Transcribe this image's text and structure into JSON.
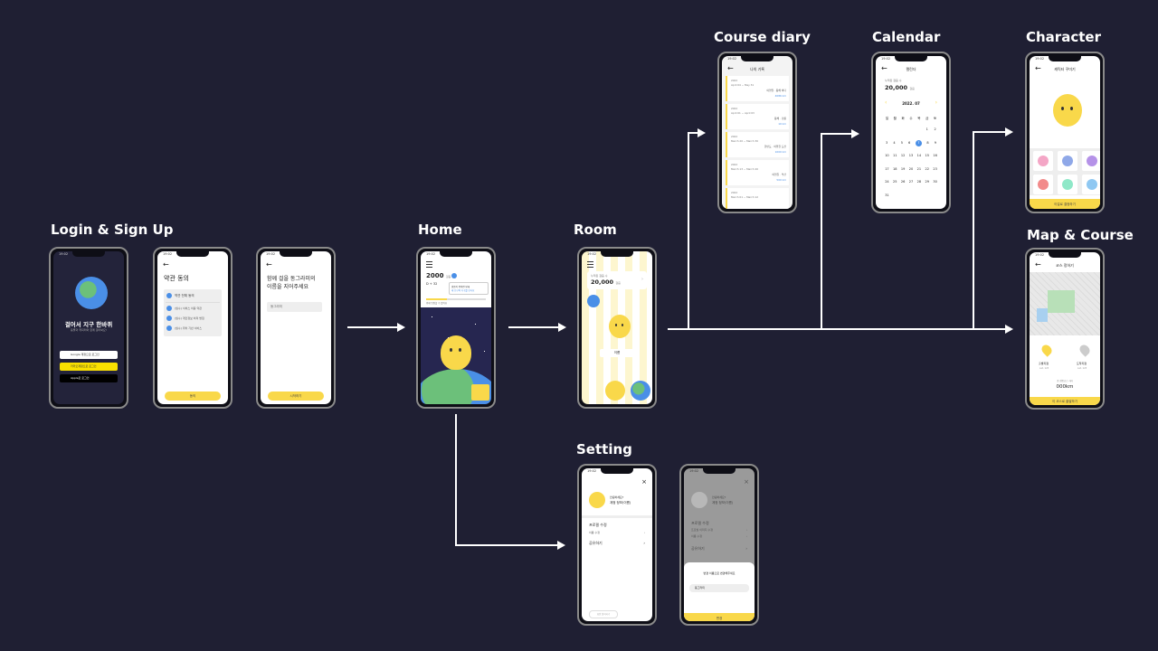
{
  "sections": {
    "login": "Login & Sign Up",
    "home": "Home",
    "room": "Room",
    "course_diary": "Course diary",
    "calendar": "Calendar",
    "character": "Character",
    "map_course": "Map & Course",
    "setting": "Setting"
  },
  "status_time": "19:02",
  "login": {
    "title": "걸어서 지구 한바퀴",
    "subtitle": "동물과 캐릭터와 함께 걸어봐요!",
    "google": "Google 계정으로 로그인",
    "kakao": "카카오계정으로 로그인",
    "apple": "Apple로 로그인"
  },
  "terms": {
    "title": "약관 동의",
    "all": "약관 전체 동의",
    "items": [
      "(필수) 서비스 이용 약관",
      "(필수) 개인정보 처리 방침",
      "(필수) 위치 기반 서비스"
    ],
    "button": "동의"
  },
  "naming": {
    "title_line1": "함께 걸을 동그라미의",
    "title_line2": "이름을 지어주세요",
    "placeholder": "동그라미",
    "button": "시작하기"
  },
  "home": {
    "steps": "2000",
    "unit": "걸음",
    "dday": "D + 32",
    "popup1": "걸음이 쌓이면 방에",
    "popup2": "새 친구와 가구를 만나요",
    "progress_label": "방에 입장할 수 있어요",
    "progress": 0.35
  },
  "room": {
    "label": "누적된 걸음 수",
    "value": "20,000",
    "unit": "걸음",
    "name": "이름"
  },
  "diary": {
    "header": "나의 기록",
    "entries": [
      {
        "year": "2022",
        "range": "April 04 ~ May 31",
        "place": "여행일 · 동해 바다",
        "km": "4086 km"
      },
      {
        "year": "2022",
        "range": "April 01 ~ April 03",
        "place": "동해 · 강릉",
        "km": "10 km"
      },
      {
        "year": "2022",
        "range": "March 20 ~ March 30",
        "place": "한반도 · 여행길 도전",
        "km": "1000 km"
      },
      {
        "year": "2022",
        "range": "March 13 ~ March 20",
        "place": "여행길 · 부산",
        "km": "500 km"
      },
      {
        "year": "2022",
        "range": "March 01 ~ March 12",
        "place": "",
        "km": ""
      }
    ]
  },
  "calendar": {
    "header": "캘린더",
    "label": "누적된 걸음 수",
    "value": "20,000",
    "unit": "걸음",
    "month": "2022. 07",
    "weekdays": [
      "일",
      "월",
      "화",
      "수",
      "목",
      "금",
      "토"
    ],
    "weeks": [
      [
        "",
        "",
        "",
        "",
        "",
        "1",
        "2"
      ],
      [
        "3",
        "4",
        "5",
        "6",
        "7",
        "8",
        "9"
      ],
      [
        "10",
        "11",
        "12",
        "13",
        "14",
        "15",
        "16"
      ],
      [
        "17",
        "18",
        "19",
        "20",
        "21",
        "22",
        "23"
      ],
      [
        "24",
        "25",
        "26",
        "27",
        "28",
        "29",
        "30"
      ],
      [
        "31",
        "",
        "",
        "",
        "",
        "",
        ""
      ]
    ],
    "selected": "7"
  },
  "character": {
    "header": "캐릭터 꾸미기",
    "button": "이걸로 결정하기",
    "colors": [
      "#f4a6c6",
      "#8fa8e8",
      "#b592e8",
      "#f28a8a",
      "#8fe8c8",
      "#8fc8f2"
    ]
  },
  "map": {
    "header": "코스 정하기",
    "start": "출발지점",
    "end": "도착지점",
    "start_sub": "Lat. 123",
    "end_sub": "Lat. 123",
    "distance_label": "총 걸음코스 거리",
    "distance": "000km",
    "button": "이 코스로 출발하기"
  },
  "setting": {
    "greeting": "안녕하세요?",
    "account": "계정 정보(이름)",
    "profile": "프로필 수정",
    "profile_items": [
      "이름 수정"
    ],
    "share": "공유하기",
    "logout": "회원 탈퇴하기"
  },
  "setting2": {
    "greeting": "안녕하세요?",
    "account": "계정 정보(이름)",
    "profile": "프로필 수정",
    "items": [
      "프로필 이미지 수정",
      "이름 수정"
    ],
    "share": "공유하기",
    "modal_title": "변경 이름으로 변경해주세요",
    "modal_input": "동그라미",
    "modal_button": "변경"
  },
  "colors": {
    "bg": "#1f1f33",
    "yellow": "#f9d84a",
    "blue": "#4a8fe7"
  }
}
